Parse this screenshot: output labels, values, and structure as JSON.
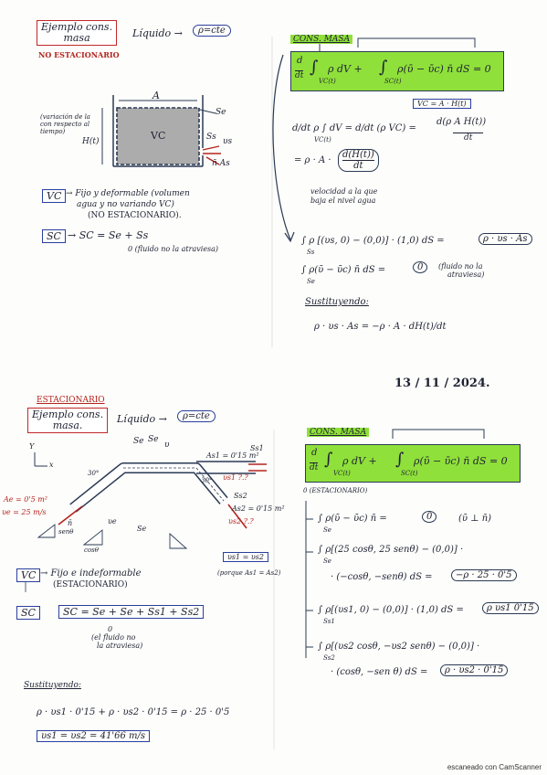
{
  "top": {
    "title_line1": "Ejemplo cons.",
    "title_line2": "masa",
    "liquid_label": "Líquido →",
    "rho_cte": "ρ=cte",
    "non_stationary": "NO ESTACIONARIO",
    "tank": {
      "A": "A",
      "Se": "Se",
      "Ss": "Ss",
      "vs": "υs",
      "nAs": "n̄ As",
      "VC": "VC",
      "H": "H(t)",
      "variation_note_1": "(variación de la",
      "variation_note_2": "con respecto al",
      "variation_note_3": "tiempo)"
    },
    "vc_label": "VC",
    "vc_desc_1": "→ Fijo y deformable (volumen",
    "vc_desc_2": "agua y no variando VC)",
    "vc_desc_3": "(NO ESTACIONARIO).",
    "sc_label": "SC",
    "sc_eq": "→ SC = Se + Ss",
    "sc_note": "0 (fluido no la atraviesa)",
    "cons_masa": "CONS. MASA",
    "main_eq_d": "d",
    "main_eq_dt": "dt",
    "main_eq_1": "∫",
    "main_eq_vc": "VC(t)",
    "main_eq_mid": "ρ dV +",
    "main_eq_sc": "SC(t)",
    "main_eq_end": "ρ(ῡ − ῡc) n̄ dS = 0",
    "vc_area": "VC = A · H(t)",
    "eq2_a": "d/dt ρ ∫ dV  =  d/dt (ρ VC)  =",
    "eq2_vc_sub": "VC(t)",
    "eq2_b_num": "d(ρ A H(t))",
    "eq2_b_den": "dt",
    "eq2_c": "= ρ · A ·",
    "eq2_c_num": "d(H(t))",
    "eq2_c_den": "dt",
    "eq2_note_1": "velocidad a la que",
    "eq2_note_2": "baja el nivel agua",
    "eq3": "∫ ρ [(υs, 0) − (0,0)] · (1,0) dS =",
    "eq3_sub": "Ss",
    "eq3_result": "ρ · υs · As",
    "eq4": "∫ ρ(ῡ − ῡc) n̄ dS =",
    "eq4_sub": "Se",
    "eq4_zero": "0",
    "eq4_note_1": "(fluido no la",
    "eq4_note_2": "atraviesa)",
    "sustituyendo": "Sustituyendo:",
    "final_eq": "ρ · υs · As = −ρ · A · dH(t)/dt",
    "date": "13 / 11 / 2024."
  },
  "bottom": {
    "stationary": "ESTACIONARIO",
    "title_line1": "Ejemplo cons.",
    "title_line2": "masa.",
    "liquid_label": "Líquido →",
    "rho_cte": "ρ=cte",
    "diagram": {
      "Se_top": "Se",
      "Se_top2": "Se",
      "vs": "υ",
      "As1": "As1 = 0'15 m²",
      "vs1": "υs1 ?.?",
      "As2": "As2 = 0'15 m²",
      "vs2": "υs2 ?.?",
      "Ss1": "Ss1",
      "Ss2": "Ss2",
      "Ae": "Ae = 0'5 m²",
      "ve": "υe = 25 m/s",
      "angle1": "30°",
      "angle2": "30°",
      "x": "x",
      "y": "Y",
      "ve_label": "υe",
      "cos": "cosθ",
      "sin": "senθ",
      "se_label": "Se",
      "n": "n̄"
    },
    "vs_equal": "υs1 = υs2",
    "vs_equal_note": "(porque As1 = As2)",
    "vc_label": "VC",
    "vc_desc_1": "→ Fijo e indeformable",
    "vc_desc_2": "(ESTACIONARIO)",
    "sc_label": "SC",
    "sc_eq": "SC = Se + Se + Ss1 + Ss2",
    "sc_note_0": "0",
    "sc_note_1": "(el fluido no",
    "sc_note_2": "la atraviesa)",
    "sustituyendo": "Sustituyendo:",
    "subst_eq": "ρ · υs1 · 0'15 + ρ · υs2 · 0'15 = ρ · 25 · 0'5",
    "result": "υs1 = υs2 = 41'66 m/s",
    "cons_masa": "CONS. MASA",
    "main_eq_d": "d",
    "main_eq_dt": "dt",
    "main_eq_vc": "VC(t)",
    "main_eq_mid": "ρ dV +",
    "main_eq_sc": "SC(t)",
    "main_eq_end": "ρ(ῡ − ῡc) n̄ dS = 0",
    "zero_stationary": "0 (ESTACIONARIO)",
    "l1": "∫ ρ(ῡ − ῡc) n̄  =",
    "l1_sub": "Se",
    "l1_zero": "0",
    "l1_note": "(ῡ ⊥ n̄)",
    "l2": "∫ ρ[(25 cosθ, 25 senθ) − (0,0)] ·",
    "l2_sub": "Se",
    "l2b": "· (−cosθ, −senθ) dS =",
    "l2_result": "−ρ · 25 · 0'5",
    "l3": "∫ ρ[(υs1, 0) − (0,0)] · (1,0) dS =",
    "l3_sub": "Ss1",
    "l3_result": "ρ υs1 0'15",
    "l4": "∫ ρ[(υs2 cosθ, −υs2 senθ) − (0,0)] ·",
    "l4_sub": "Ss2",
    "l4b": "· (cosθ, −sen θ) dS =",
    "l4_result": "ρ · υs2 · 0'15"
  },
  "footer": "escaneado con CamScanner"
}
